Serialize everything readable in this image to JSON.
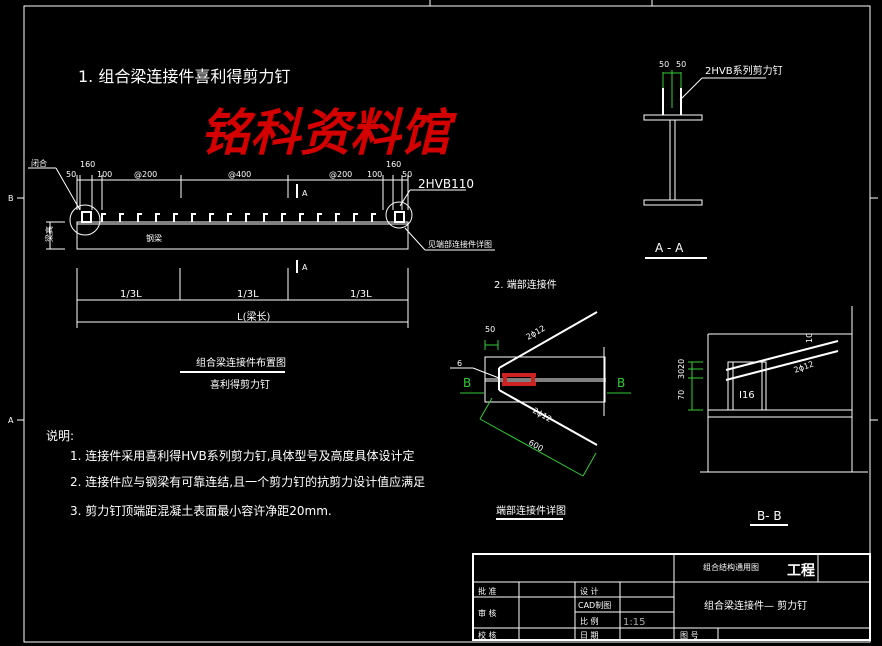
{
  "title": "1. 组合梁连接件喜利得剪力钉",
  "frame": {
    "marker_b": "B",
    "marker_a": "A"
  },
  "watermark": "铭科资料馆",
  "layout_plan": {
    "label_closed": "闭合",
    "top_dims": [
      "50",
      "160",
      "100",
      "@200",
      "@400",
      "@200",
      "100",
      "160",
      "50"
    ],
    "stud_label": "2HVB110",
    "see_detail": "见端部连接件详图",
    "beam_height": "梁高",
    "steel_beam": "钢梁",
    "section_mark": "A",
    "bottom_dims": [
      "1/3L",
      "1/3L",
      "1/3L"
    ],
    "length": "L(梁长)",
    "caption_main": "组合梁连接件布置图",
    "caption_sub": "喜利得剪力钉"
  },
  "section_aa": {
    "dims": [
      "50",
      "50"
    ],
    "stud_label": "2HVB系列剪力钉",
    "caption": "A - A"
  },
  "end_detail": {
    "heading": "2. 端部连接件",
    "dim_50": "50",
    "dim_6": "6",
    "bar_label_top": "2ϕ12",
    "bar_label_bottom": "2ϕ12",
    "dim_600": "600",
    "section_mark": "B",
    "caption": "端部连接件详图"
  },
  "section_bb": {
    "dims": [
      "30",
      "20",
      "70"
    ],
    "dim_top": "10",
    "beam": "I16",
    "bar_label": "2ϕ12",
    "caption": "B- B"
  },
  "notes": {
    "heading": "说明:",
    "items": [
      "1.  连接件采用喜利得HVB系列剪力钉,具体型号及高度具体设计定",
      "2.  连接件应与钢梁有可靠连结,且一个剪力钉的抗剪力设计值应满足",
      "3.  剪力钉顶端距混凝土表面最小容许净距20mm."
    ]
  },
  "title_block": {
    "project_type": "组合结构通用图",
    "project": "工程",
    "approve": "批 准",
    "review": "审 核",
    "check": "校 核",
    "design": "设 计",
    "cad": "CAD制图",
    "scale_label": "比 例",
    "scale": "1:15",
    "date": "日 期",
    "drawing_title": "组合梁连接件— 剪力钉",
    "drawing_no": "图 号"
  },
  "colors": {
    "background": "#000000",
    "lines": "#ffffff",
    "dimensions": "#33cc33",
    "watermark": "#d40000",
    "steel_section": "#cc2222"
  }
}
